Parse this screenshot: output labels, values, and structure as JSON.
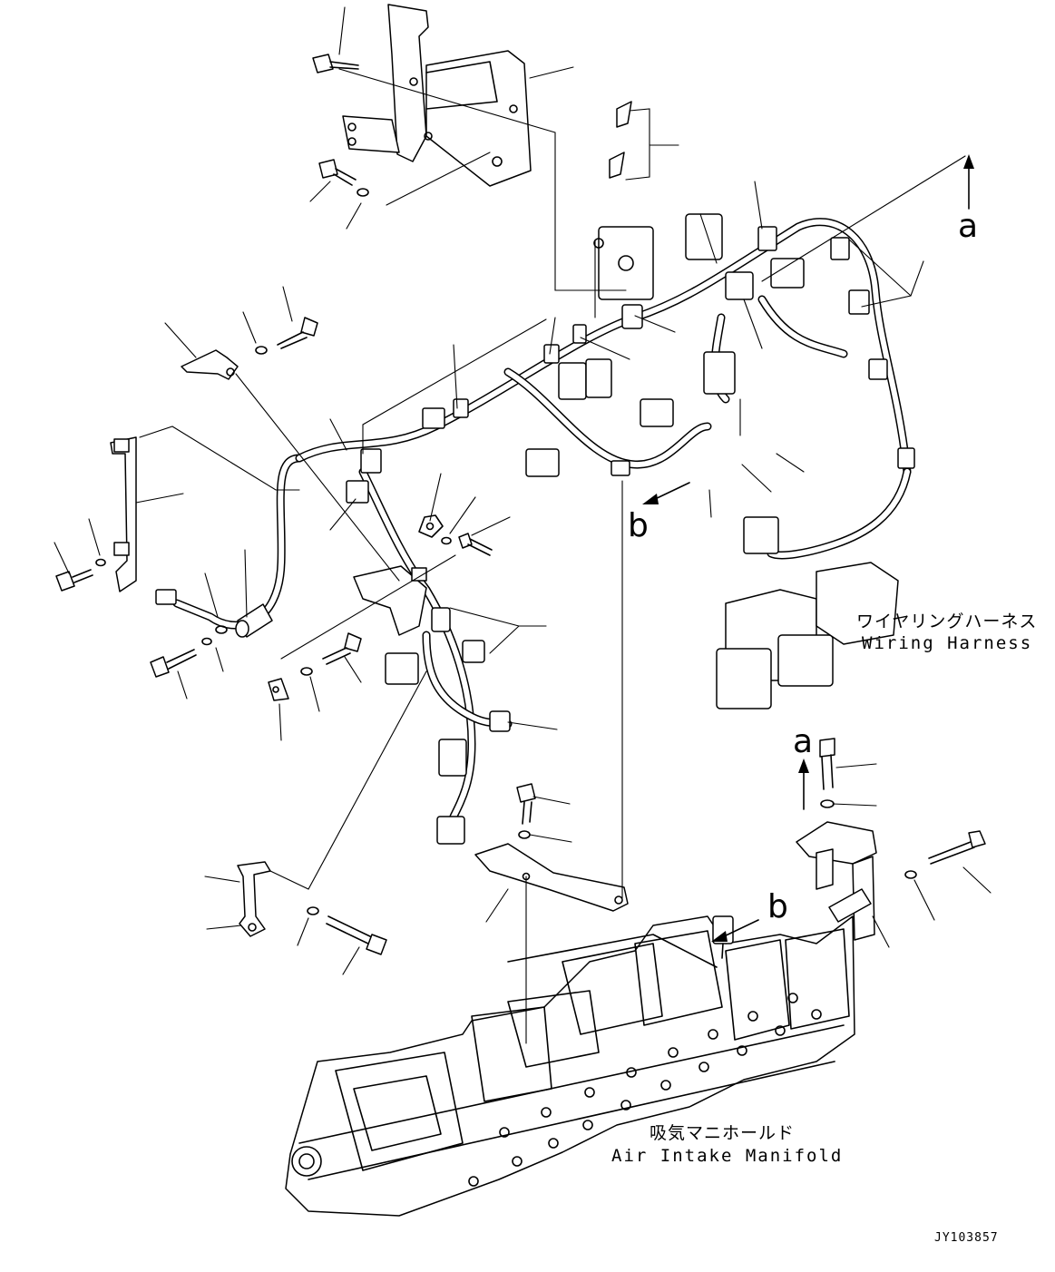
{
  "labels": {
    "wiring_harness_jp": "ワイヤリングハーネス",
    "wiring_harness_en": "Wiring Harness",
    "intake_manifold_jp": "吸気マニホールド",
    "intake_manifold_en": "Air Intake Manifold",
    "ref_a_top": "a",
    "ref_a_bottom": "a",
    "ref_b_left": "b",
    "ref_b_right": "b",
    "drawing_code": "JY103857"
  }
}
